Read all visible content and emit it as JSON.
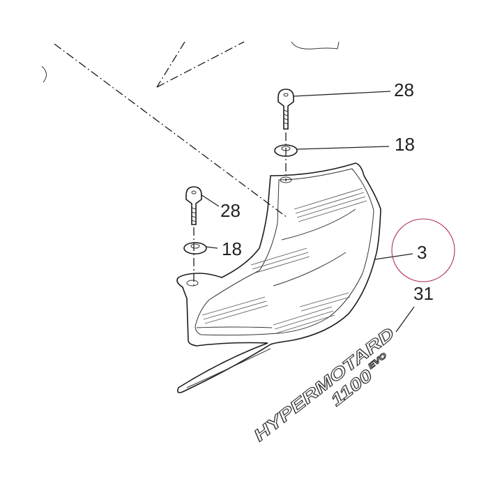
{
  "callouts": {
    "upper_screw": "28",
    "upper_washer": "18",
    "lower_screw": "28",
    "lower_washer": "18",
    "cover_part": "3",
    "decal_part": "31"
  },
  "decal": {
    "line1": "HYPERMOTARD",
    "line2": "1100",
    "line3": "EVO"
  },
  "highlight": {
    "target": "3",
    "color": "#b0305a"
  },
  "colors": {
    "line": "#1a1a1a",
    "background": "#ffffff"
  }
}
